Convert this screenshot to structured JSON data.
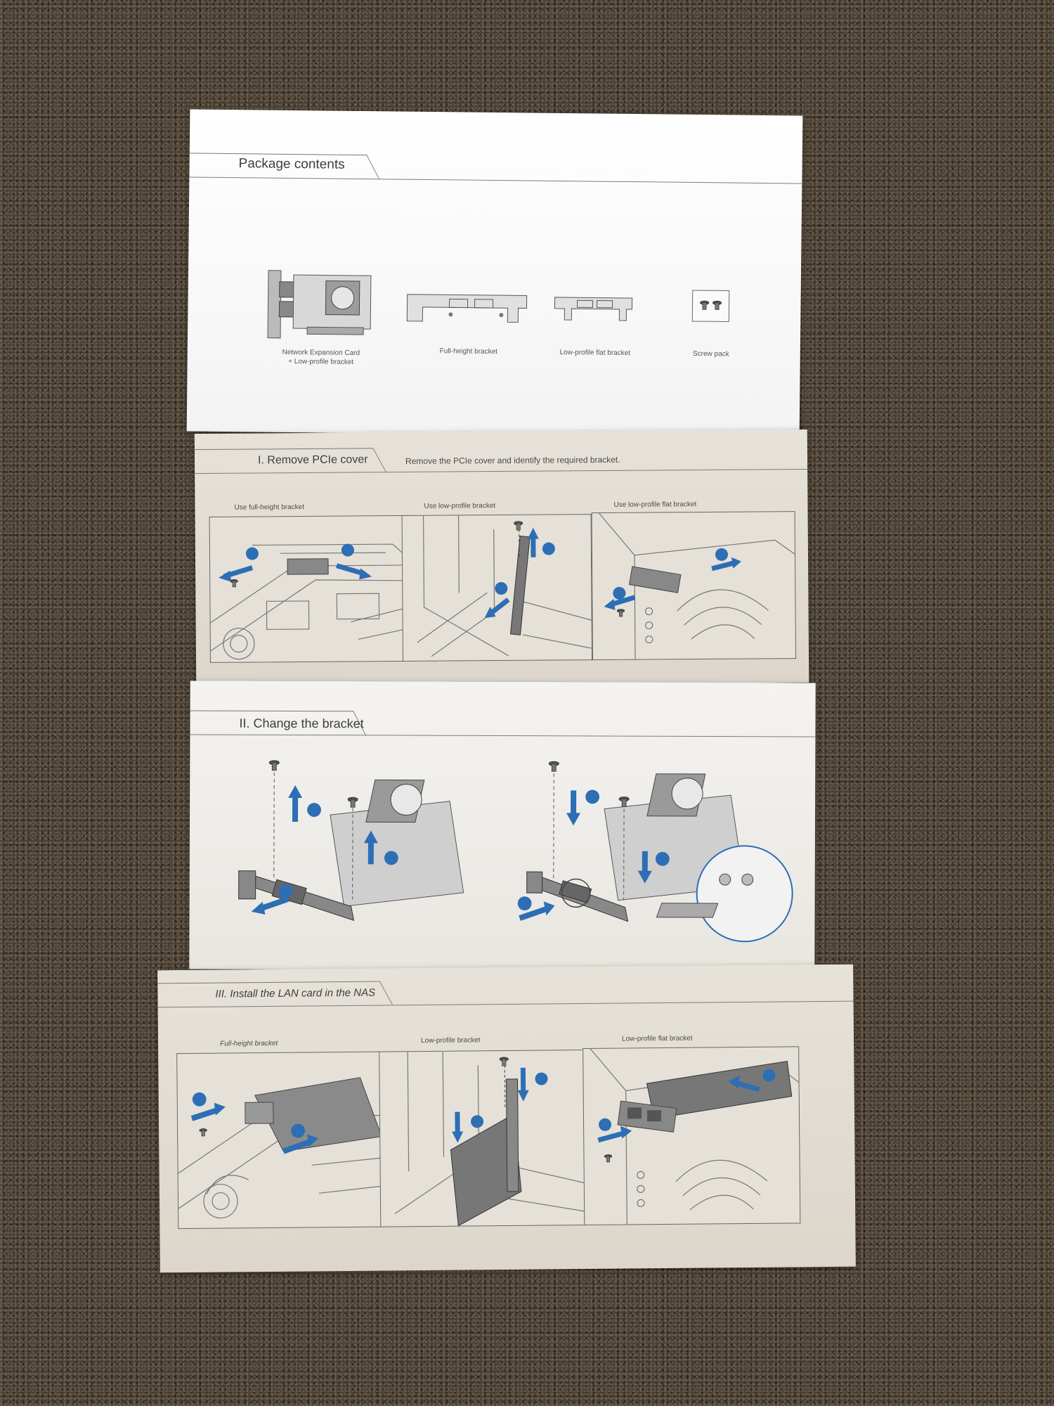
{
  "sections": {
    "package_contents": {
      "title": "Package contents",
      "items": [
        {
          "label": "Network Expansion Card\n+ Low-profile bracket"
        },
        {
          "label": "Full-height bracket"
        },
        {
          "label": "Low-profile flat bracket"
        },
        {
          "label": "Screw pack"
        }
      ]
    },
    "step1": {
      "title": "I. Remove PCIe cover",
      "instruction": "Remove the PCIe cover and identify the required bracket.",
      "panels": [
        "Use full-height bracket",
        "Use low-profile bracket",
        "Use low-profile flat bracket"
      ]
    },
    "step2": {
      "title": "II. Change the bracket"
    },
    "step3": {
      "title": "III. Install the LAN card in the NAS",
      "panels": [
        "Full-height bracket",
        "Low-profile bracket",
        "Low-profile flat bracket"
      ]
    }
  },
  "colors": {
    "accent_blue": "#2d6eb4",
    "line_gray": "#6e6e6e",
    "paper_white": "#f8f8f8",
    "paper_cream": "#e3ded5",
    "carpet": "#4a4035"
  },
  "icons": [
    "arrow-icon",
    "step-badge-icon",
    "screw-icon"
  ]
}
